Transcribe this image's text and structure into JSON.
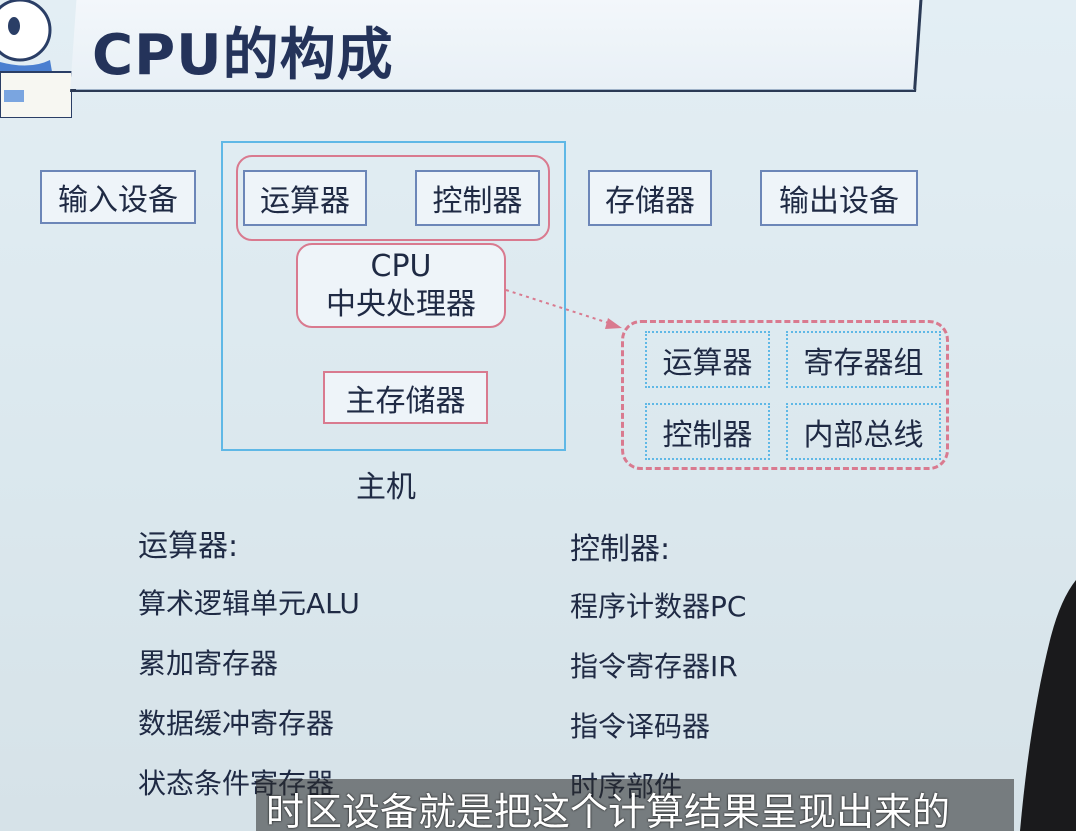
{
  "title": "CPU的构成",
  "diagram": {
    "input_device": "输入设备",
    "alu_box": "运算器",
    "controller_box": "控制器",
    "storage": "存储器",
    "output_device": "输出设备",
    "cpu_line1": "CPU",
    "cpu_line2": "中央处理器",
    "main_memory": "主存储器",
    "host_label": "主机",
    "detail": {
      "alu": "运算器",
      "register_group": "寄存器组",
      "controller": "控制器",
      "internal_bus": "内部总线"
    }
  },
  "alu_section": {
    "heading": "运算器:",
    "items": [
      "算术逻辑单元ALU",
      "累加寄存器",
      "数据缓冲寄存器",
      "状态条件寄存器"
    ]
  },
  "controller_section": {
    "heading": "控制器:",
    "items": [
      "程序计数器PC",
      "指令寄存器IR",
      "指令译码器",
      "时序部件"
    ]
  },
  "subtitle": "时区设备就是把这个计算结果呈现出来的",
  "colors": {
    "box_border": "#6c86b8",
    "host_border": "#5fb8e6",
    "pink": "#d97a8f",
    "text": "#1f2a44"
  }
}
